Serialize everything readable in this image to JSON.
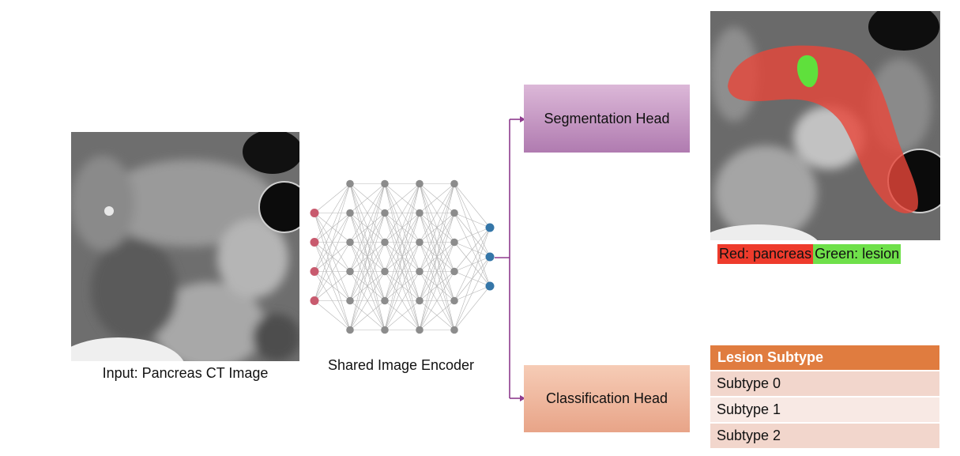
{
  "diagram": {
    "input_caption": "Input: Pancreas CT Image",
    "encoder_caption": "Shared Image Encoder",
    "segmentation_head": "Segmentation Head",
    "classification_head": "Classification Head",
    "legend": {
      "red": "Red: pancreas",
      "green": "Green: lesion"
    },
    "subtype_table": {
      "header": "Lesion Subtype",
      "rows": [
        "Subtype 0",
        "Subtype 1",
        "Subtype 2"
      ]
    },
    "encoder_layers": [
      4,
      6,
      6,
      6,
      6,
      3
    ],
    "colors": {
      "input_node": "#c85a6e",
      "hidden_node": "#8c8c8c",
      "output_node": "#3576a8",
      "arrow": "#8e3a8e",
      "pancreas_overlay": "#e8463a",
      "lesion_overlay": "#5fe03c"
    }
  }
}
